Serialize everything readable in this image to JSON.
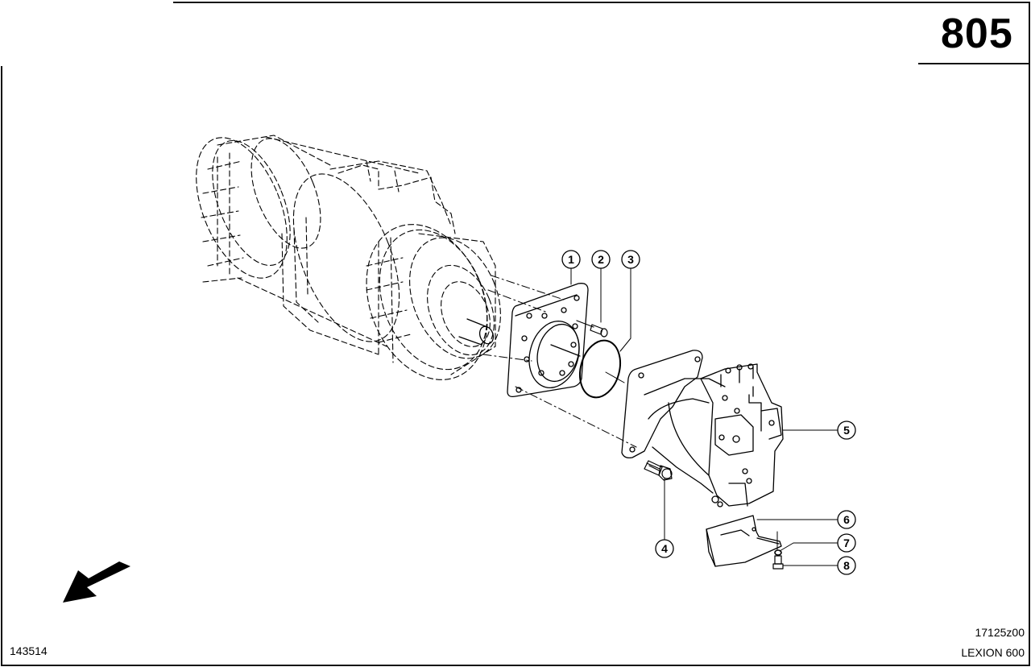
{
  "page": {
    "page_number": "805",
    "drawing_id": "17125z00",
    "model": "LEXION 600",
    "document_number": "143514"
  },
  "diagram": {
    "type": "exploded parts diagram",
    "direction_arrow": "pointing down-left (forward direction)",
    "callouts": [
      {
        "id": "1",
        "label": "1",
        "part": "adapter flange plate"
      },
      {
        "id": "2",
        "label": "2",
        "part": "socket head screw"
      },
      {
        "id": "3",
        "label": "3",
        "part": "O-ring"
      },
      {
        "id": "4",
        "label": "4",
        "part": "hex bolt"
      },
      {
        "id": "5",
        "label": "5",
        "part": "hydraulic pump"
      },
      {
        "id": "6",
        "label": "6",
        "part": "cover guard"
      },
      {
        "id": "7",
        "label": "7",
        "part": "washer"
      },
      {
        "id": "8",
        "label": "8",
        "part": "hex screw"
      }
    ]
  },
  "colors": {
    "ink": "#000000",
    "paper": "#ffffff"
  }
}
